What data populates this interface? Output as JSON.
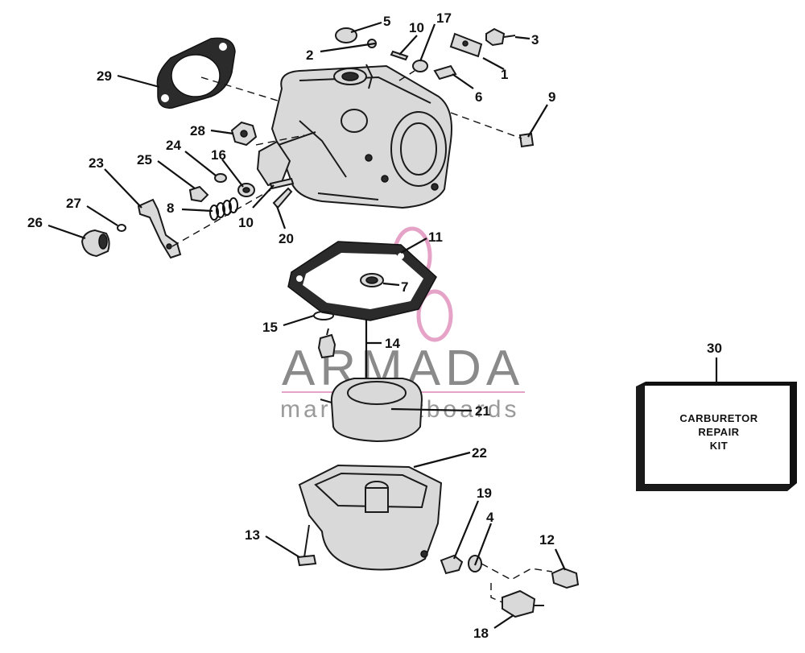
{
  "callouts": [
    {
      "id": "c1",
      "text": "1"
    },
    {
      "id": "c2",
      "text": "2"
    },
    {
      "id": "c3",
      "text": "3"
    },
    {
      "id": "c4",
      "text": "4"
    },
    {
      "id": "c5",
      "text": "5"
    },
    {
      "id": "c6",
      "text": "6"
    },
    {
      "id": "c7",
      "text": "7"
    },
    {
      "id": "c8",
      "text": "8"
    },
    {
      "id": "c9",
      "text": "9"
    },
    {
      "id": "c10a",
      "text": "10"
    },
    {
      "id": "c10b",
      "text": "10"
    },
    {
      "id": "c11",
      "text": "11"
    },
    {
      "id": "c12",
      "text": "12"
    },
    {
      "id": "c13",
      "text": "13"
    },
    {
      "id": "c14",
      "text": "14"
    },
    {
      "id": "c15",
      "text": "15"
    },
    {
      "id": "c16",
      "text": "16"
    },
    {
      "id": "c17",
      "text": "17"
    },
    {
      "id": "c18",
      "text": "18"
    },
    {
      "id": "c19",
      "text": "19"
    },
    {
      "id": "c20",
      "text": "20"
    },
    {
      "id": "c21",
      "text": "21"
    },
    {
      "id": "c22",
      "text": "22"
    },
    {
      "id": "c23",
      "text": "23"
    },
    {
      "id": "c24",
      "text": "24"
    },
    {
      "id": "c25",
      "text": "25"
    },
    {
      "id": "c26",
      "text": "26"
    },
    {
      "id": "c27",
      "text": "27"
    },
    {
      "id": "c28",
      "text": "28"
    },
    {
      "id": "c29",
      "text": "29"
    },
    {
      "id": "c30",
      "text": "30"
    }
  ],
  "kit": {
    "line1": "CARBURETOR",
    "line2": "REPAIR",
    "line3": "KIT"
  },
  "watermark": {
    "brand": "ARMADA",
    "tagline": "marine outboards",
    "accent_color": "#e6a3c8",
    "text_color": "#8a8a8a"
  }
}
